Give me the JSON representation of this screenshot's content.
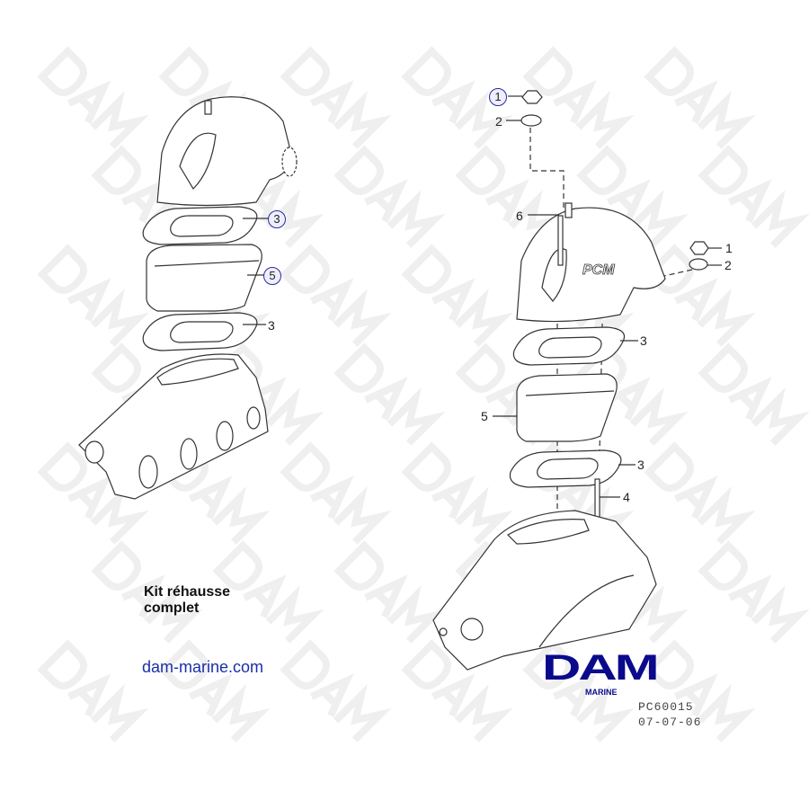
{
  "diagram": {
    "watermark_text": "DAM",
    "left_callouts": [
      {
        "label": "3",
        "circled": true
      },
      {
        "label": "5",
        "circled": true
      },
      {
        "label": "3",
        "circled": false
      }
    ],
    "right_callouts": [
      {
        "label": "1",
        "circled": true
      },
      {
        "label": "2",
        "circled": false
      },
      {
        "label": "6",
        "circled": false
      },
      {
        "label": "1",
        "circled": false
      },
      {
        "label": "2",
        "circled": false
      },
      {
        "label": "3",
        "circled": false
      },
      {
        "label": "5",
        "circled": false
      },
      {
        "label": "3",
        "circled": false
      },
      {
        "label": "4",
        "circled": false
      }
    ],
    "part_marking": "PCM"
  },
  "caption": {
    "line1": "Kit réhausse",
    "line2": "complet"
  },
  "website": "dam-marine.com",
  "logo": {
    "name": "DAM",
    "sub": "MARINE",
    "color": "#0a0a8c"
  },
  "drawing_code": "PC60015",
  "drawing_date": "07-07-06"
}
